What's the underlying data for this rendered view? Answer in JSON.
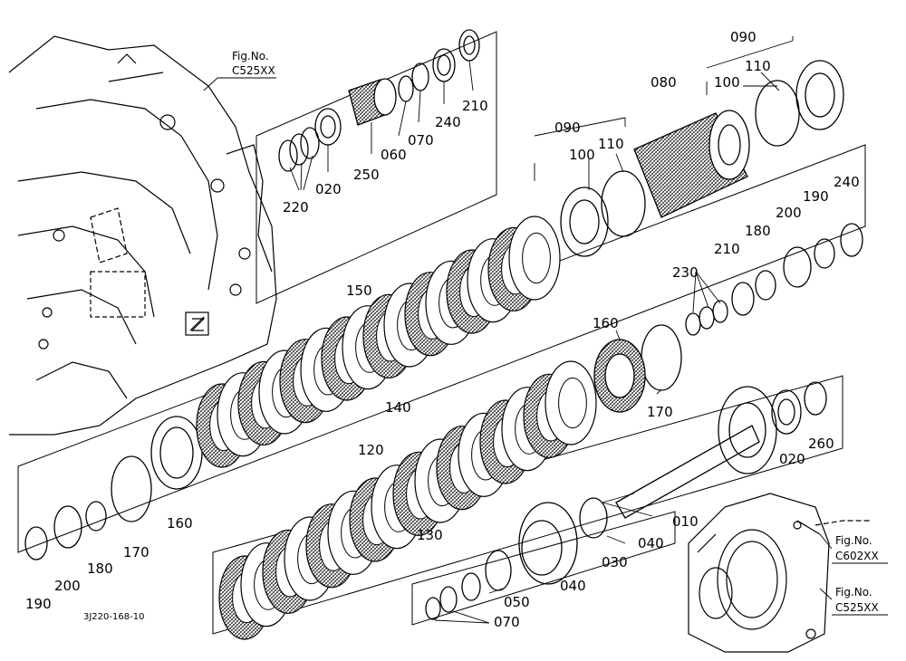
{
  "diagram": {
    "drawing_code": "3J220-168-10",
    "fig_refs": [
      {
        "label": "Fig.No.",
        "code": "C525XX"
      },
      {
        "label": "Fig.No.",
        "code": "C602XX"
      },
      {
        "label": "Fig.No.",
        "code": "C525XX"
      }
    ],
    "callouts": {
      "c220": "220",
      "c020a": "020",
      "c250": "250",
      "c060": "060",
      "c070a": "070",
      "c240a": "240",
      "c210a": "210",
      "c090a": "090",
      "c110a": "110",
      "c100a": "100",
      "c080": "080",
      "c090b": "090",
      "c100b": "100",
      "c110b": "110",
      "c240b": "240",
      "c190a": "190",
      "c200a": "200",
      "c180a": "180",
      "c210b": "210",
      "c230": "230",
      "c150": "150",
      "c160a": "160",
      "c140": "140",
      "c170a": "170",
      "c120": "120",
      "c130": "130",
      "c020b": "020",
      "c260": "260",
      "c010": "010",
      "c040a": "040",
      "c030": "030",
      "c040b": "040",
      "c050": "050",
      "c070b": "070",
      "c160b": "160",
      "c170b": "170",
      "c180b": "180",
      "c200b": "200",
      "c190b": "190"
    }
  }
}
